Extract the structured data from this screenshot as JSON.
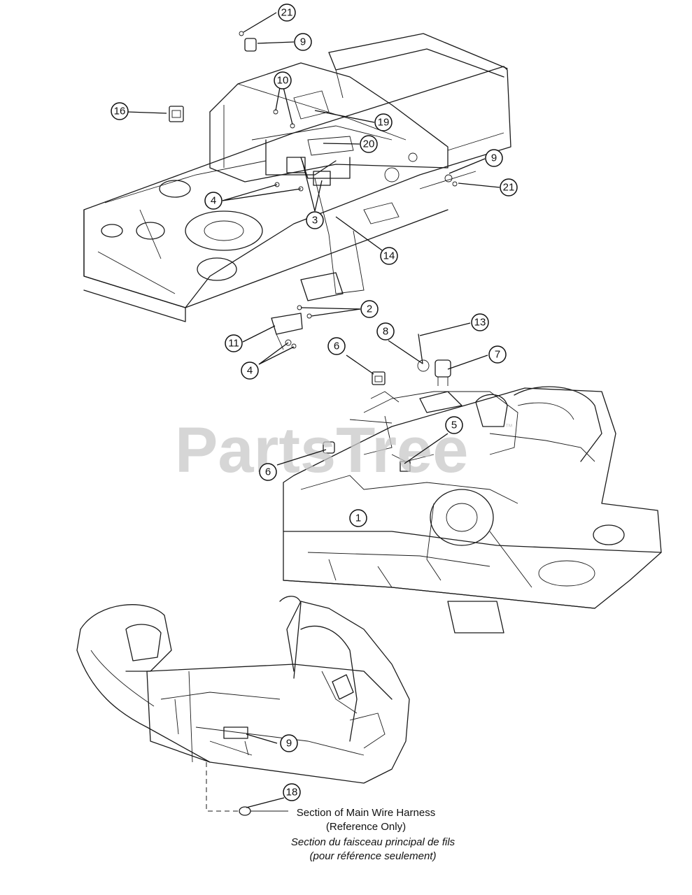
{
  "watermark": {
    "text": "PartsTree",
    "tm": "™"
  },
  "caption": {
    "en_line1": "Section of Main Wire Harness",
    "en_line2": "(Reference Only)",
    "fr_line1": "Section du faisceau principal de fils",
    "fr_line2": "(pour référence seulement)"
  },
  "callouts": [
    {
      "id": "c21a",
      "label": "21"
    },
    {
      "id": "c9a",
      "label": "9"
    },
    {
      "id": "c10",
      "label": "10"
    },
    {
      "id": "c16",
      "label": "16"
    },
    {
      "id": "c19",
      "label": "19"
    },
    {
      "id": "c20",
      "label": "20"
    },
    {
      "id": "c9b",
      "label": "9"
    },
    {
      "id": "c21b",
      "label": "21"
    },
    {
      "id": "c4a",
      "label": "4"
    },
    {
      "id": "c3",
      "label": "3"
    },
    {
      "id": "c14",
      "label": "14"
    },
    {
      "id": "c2",
      "label": "2"
    },
    {
      "id": "c13",
      "label": "13"
    },
    {
      "id": "c11",
      "label": "11"
    },
    {
      "id": "c8",
      "label": "8"
    },
    {
      "id": "c6a",
      "label": "6"
    },
    {
      "id": "c7",
      "label": "7"
    },
    {
      "id": "c4b",
      "label": "4"
    },
    {
      "id": "c5",
      "label": "5"
    },
    {
      "id": "c6b",
      "label": "6"
    },
    {
      "id": "c1",
      "label": "1"
    },
    {
      "id": "c9c",
      "label": "9"
    },
    {
      "id": "c18",
      "label": "18"
    }
  ]
}
